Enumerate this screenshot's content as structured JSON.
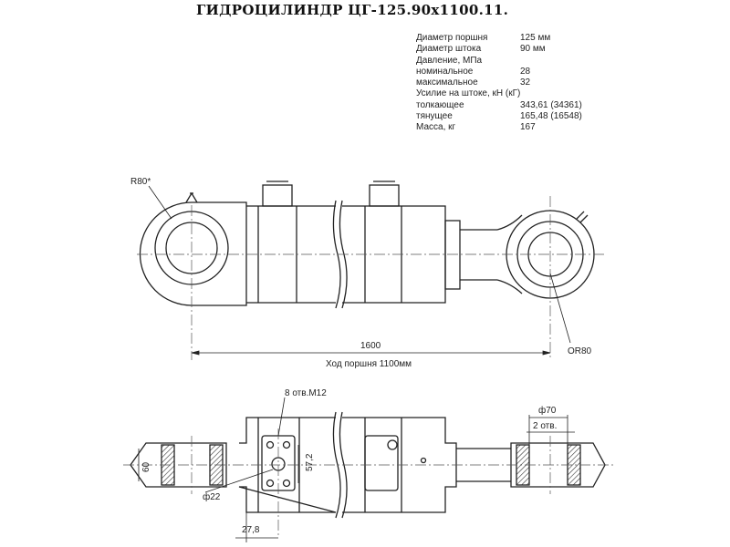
{
  "title": "ГИДРОЦИЛИНДР ЦГ-125.90х1100.11.",
  "specs": [
    {
      "label": "Диаметр поршня",
      "value": "125 мм"
    },
    {
      "label": "Диаметр штока",
      "value": "90 мм"
    },
    {
      "label": "Давление, МПа",
      "value": ""
    },
    {
      "label": "номинальное",
      "value": "28"
    },
    {
      "label": "максимальное",
      "value": "32"
    },
    {
      "label": "Усилие на штоке, кН (кГ)",
      "value": ""
    },
    {
      "label": "толкающее",
      "value": "343,61 (34361)"
    },
    {
      "label": "тянущее",
      "value": "165,48 (16548)"
    },
    {
      "label": "Масса, кг",
      "value": "167"
    }
  ],
  "dimensions": {
    "r80_left": "R80*",
    "r80_right": "OR80",
    "length": "1600",
    "stroke": "Ход поршня 1100мм",
    "holes": "8 отв.М12",
    "d57_2": "57,2",
    "d22": "ф22",
    "d27_8": "27,8",
    "d60": "60",
    "d70": "ф70",
    "two_holes": "2 отв."
  }
}
